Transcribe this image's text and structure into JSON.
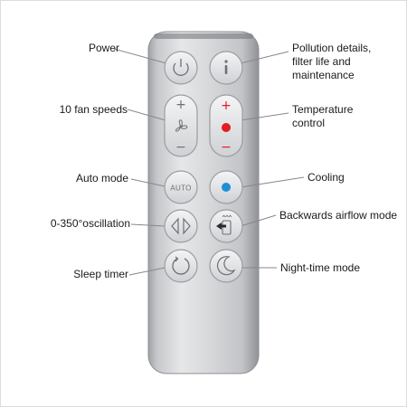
{
  "labels": {
    "power": "Power",
    "pollution": "Pollution details, filter life and maintenance",
    "fan_speeds": "10 fan speeds",
    "temperature": "Temperature control",
    "auto_mode": "Auto mode",
    "cooling": "Cooling",
    "oscillation": "0-350°oscillation",
    "backwards_airflow": "Backwards airflow mode",
    "sleep_timer": "Sleep timer",
    "night_time": "Night-time mode"
  },
  "buttons": {
    "auto_text": "AUTO",
    "plus": "+",
    "minus": "−"
  },
  "colors": {
    "heat_dot": "#e31b23",
    "cool_dot": "#1e8fd6",
    "remote_body": "#c7c9cc"
  }
}
